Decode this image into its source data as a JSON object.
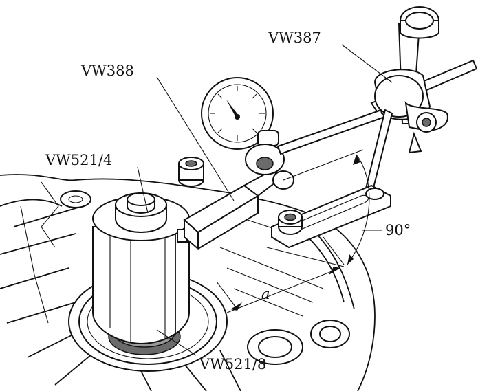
{
  "labels": {
    "dial_gauge_holder": "VW387",
    "extension": "VW388",
    "upper_tool": "VW521/4",
    "lower_tool": "VW521/8",
    "angle": "90°",
    "dimension": "a"
  },
  "colors": {
    "ink": "#111111",
    "paper": "#ffffff",
    "shade": "#9a9a9a",
    "shade_dark": "#6b6b6b"
  }
}
